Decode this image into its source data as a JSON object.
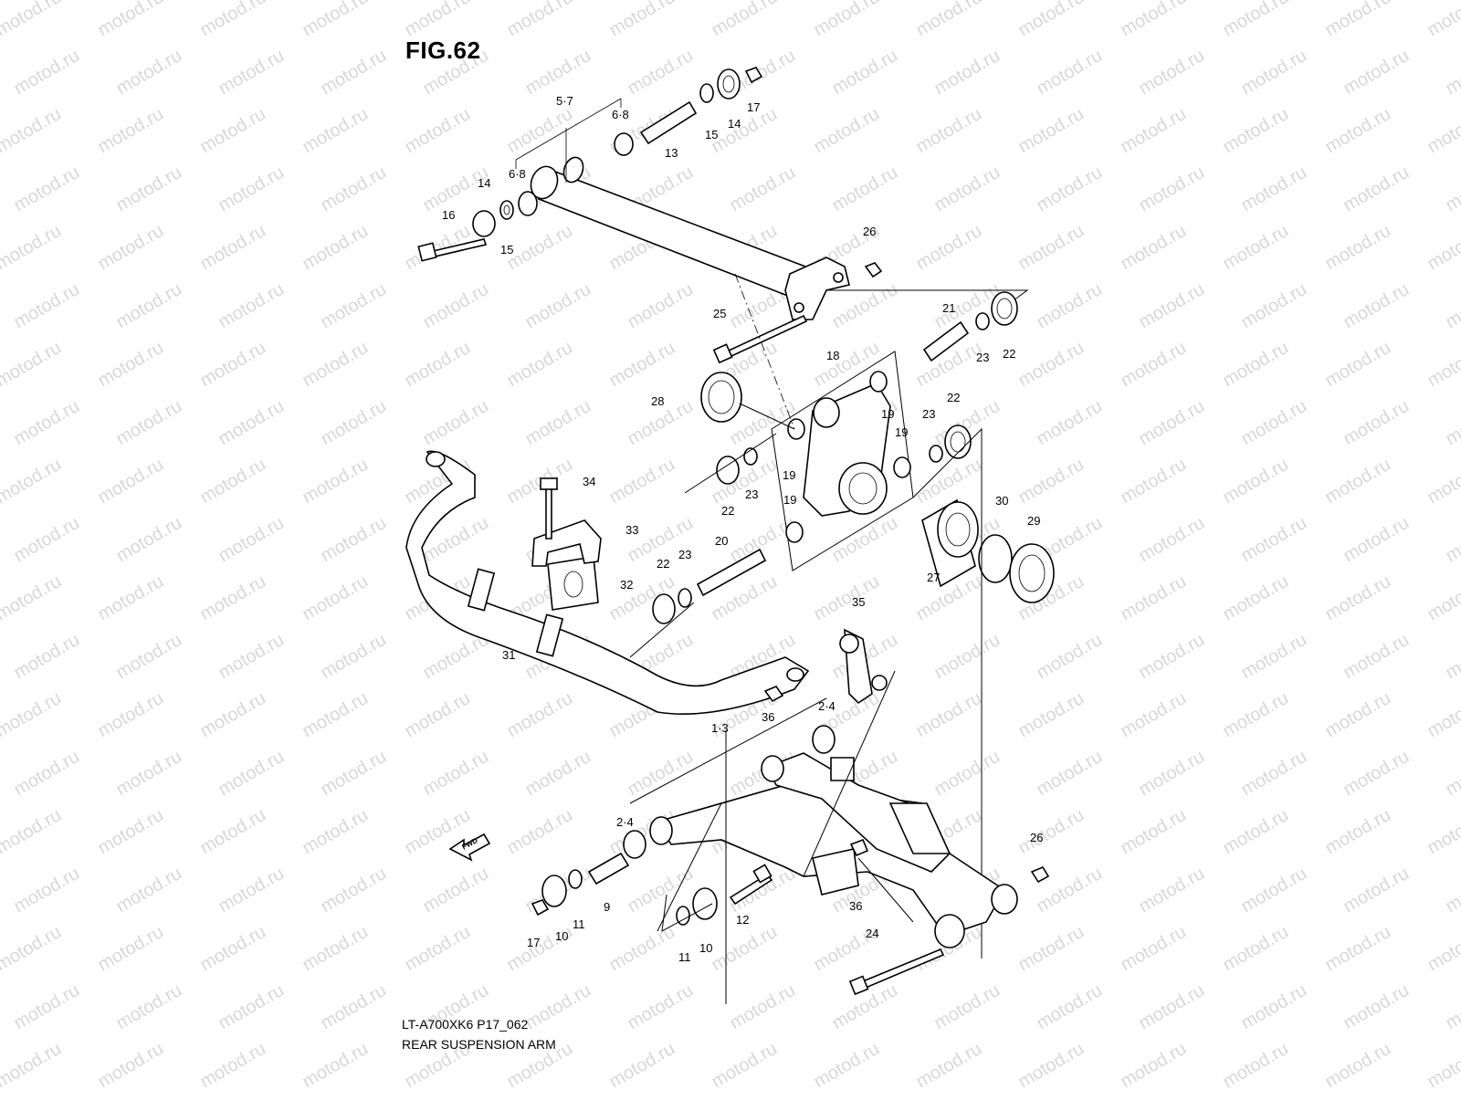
{
  "figure": {
    "title": "FIG.62",
    "model_code": "LT-A700XK6 P17_062",
    "section_title": "REAR SUSPENSION ARM",
    "watermark": "motod.ru",
    "fwd_label": "FWD"
  },
  "callouts": {
    "c1": "5·7",
    "c2": "6·8",
    "c3": "13",
    "c4": "15",
    "c5": "14",
    "c6": "17",
    "c7": "6·8",
    "c8": "14",
    "c9": "16",
    "c10": "15",
    "c11": "26",
    "c12": "25",
    "c13": "21",
    "c14": "23",
    "c15": "22",
    "c16": "18",
    "c17": "28",
    "c18": "19",
    "c19": "19",
    "c20": "23",
    "c21": "22",
    "c22": "19",
    "c23": "22",
    "c24": "23",
    "c25": "19",
    "c26": "34",
    "c27": "33",
    "c28": "20",
    "c29": "23",
    "c30": "22",
    "c31": "32",
    "c32": "30",
    "c33": "29",
    "c34": "27",
    "c35": "31",
    "c36": "35",
    "c37": "36",
    "c38": "2·4",
    "c39": "1·3",
    "c40": "2·4",
    "c41": "26",
    "c42": "9",
    "c43": "11",
    "c44": "10",
    "c45": "17",
    "c46": "12",
    "c47": "36",
    "c48": "11",
    "c49": "10",
    "c50": "24"
  }
}
